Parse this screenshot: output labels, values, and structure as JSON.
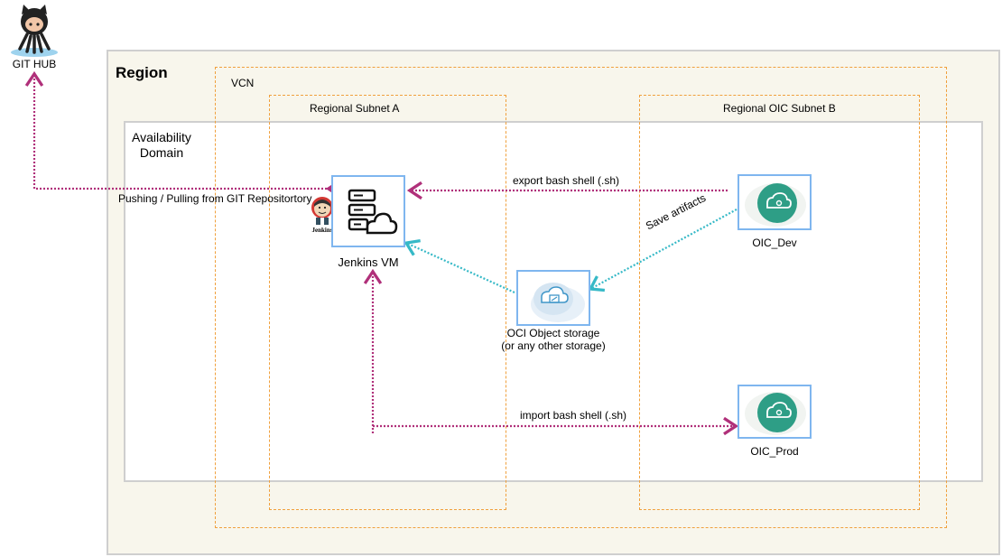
{
  "containers": {
    "region": "Region",
    "availability_domain": "Availability Domain",
    "vcn": "VCN",
    "subnet_a": "Regional Subnet A",
    "subnet_b": "Regional OIC Subnet B"
  },
  "nodes": {
    "github": "GIT HUB",
    "jenkins_vm": "Jenkins VM",
    "jenkins_logo_text": "Jenkins",
    "object_storage_line1": "OCI Object storage",
    "object_storage_line2": "(or any other storage)",
    "oic_dev": "OIC_Dev",
    "oic_prod": "OIC_Prod"
  },
  "edges": {
    "git_push_pull": "Pushing / Pulling from GIT Repositortory",
    "export": "export bash shell (.sh)",
    "save_artifacts": "Save artifacts",
    "import": "import bash shell (.sh)"
  },
  "colors": {
    "magenta_arrow": "#b0307a",
    "teal_arrow": "#36b9c7",
    "container_border": "#f0a03c",
    "node_border": "#7fb6ef",
    "oic_green": "#2e9e86"
  }
}
